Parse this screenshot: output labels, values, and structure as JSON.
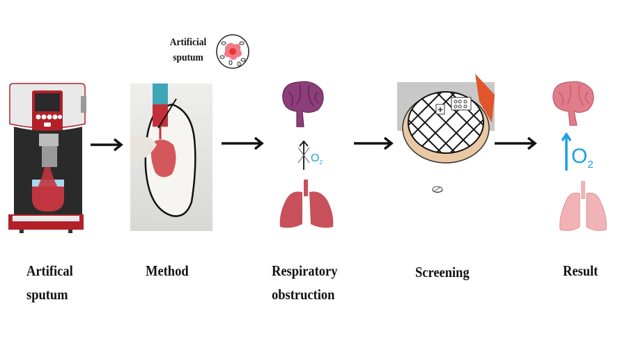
{
  "steps": [
    {
      "id": "artificial-sputum",
      "label_line1": "Artifical",
      "label_line2": "sputum"
    },
    {
      "id": "method",
      "label_line1": "Method",
      "label_line2": ""
    },
    {
      "id": "respiratory-obstruction",
      "label_line1": "Respiratory",
      "label_line2": "obstruction"
    },
    {
      "id": "screening",
      "label_line1": "Screening",
      "label_line2": ""
    },
    {
      "id": "result",
      "label_line1": "Result",
      "label_line2": ""
    }
  ],
  "method_callout": {
    "line1": "Artificial",
    "line2": "sputum"
  },
  "obstruction": {
    "gas": "O",
    "gas_sub": "2",
    "oxygen_flow": "blocked"
  },
  "result": {
    "gas": "O",
    "gas_sub": "2",
    "oxygen_flow": "increased"
  },
  "colors": {
    "machine_red": "#b3202a",
    "sputum_red": "#c0353f",
    "brain_purple": "#8a3f7a",
    "lung_red": "#c8505a",
    "result_pink": "#e07d8a",
    "oxygen_blue": "#1aa0e0",
    "sieve_tan": "#e8c9a4"
  }
}
